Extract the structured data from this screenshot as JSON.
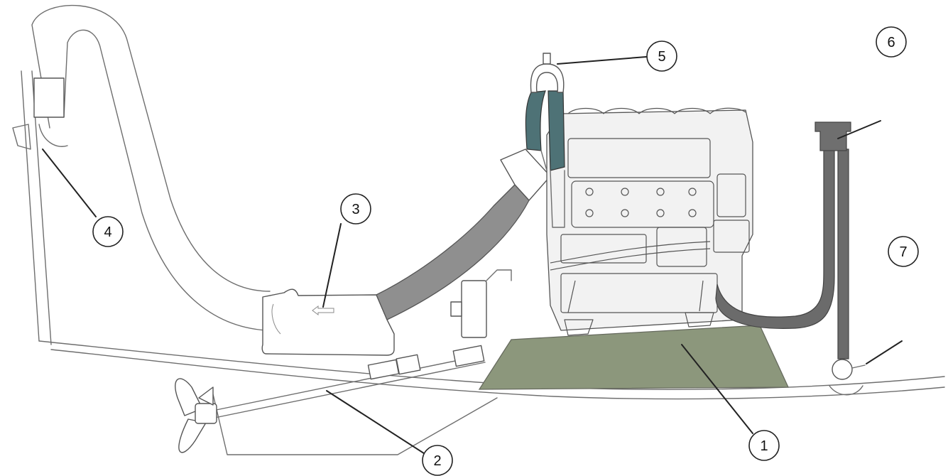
{
  "colors": {
    "engine_bed": "#8c977c",
    "raw_water_hose": "#4e7276",
    "exhaust_hose": "#8f8f8f",
    "dark_hose": "#6b6b6b",
    "seacock_cap": "#6f6f6f"
  },
  "callouts": [
    {
      "id": "callout-1",
      "label": "1"
    },
    {
      "id": "callout-2",
      "label": "2"
    },
    {
      "id": "callout-3",
      "label": "3"
    },
    {
      "id": "callout-4",
      "label": "4"
    },
    {
      "id": "callout-5",
      "label": "5"
    },
    {
      "id": "callout-6",
      "label": "6"
    },
    {
      "id": "callout-7",
      "label": "7"
    }
  ]
}
